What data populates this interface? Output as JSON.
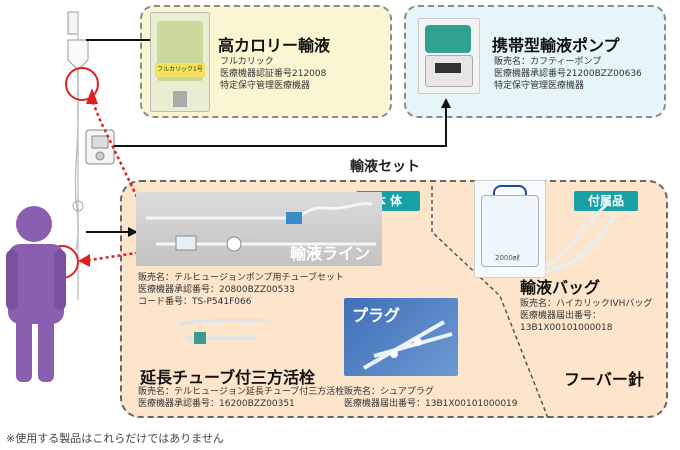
{
  "tpn": {
    "title": "高カロリー輸液",
    "product": "フルカリック",
    "approval": "医療機器認証番号212008",
    "category": "特定保守管理医療機器",
    "bag_label": "フルカリック1号"
  },
  "pump": {
    "title": "携帯型輸液ポンプ",
    "product": "販売名：カフティーポンプ",
    "approval": "医療機器承認番号21200BZZ00636",
    "category": "特定保守管理医療機器"
  },
  "infusion_set_label": "輸液セット",
  "main_tag": "本 体",
  "accessory_tag": "付属品",
  "line": {
    "title": "輸液ライン",
    "product": "販売名：テルヒュージョンポンプ用チューブセット",
    "approval": "医療機器承認番号：20800BZZ00533",
    "code": "コード番号：TS-P541F066"
  },
  "extension": {
    "title": "延長チューブ付三方活栓",
    "product": "販売名：テルヒュージョン延長チューブ付三方活栓",
    "approval": "医療機器承認番号：16200BZZ00351"
  },
  "plug": {
    "title": "プラグ",
    "product": "販売名：シュアプラグ",
    "approval": "医療機器届出番号：13B1X00101000019"
  },
  "bag": {
    "title": "輸液バッグ",
    "product": "販売名：ハイカリックIVHバッグ",
    "approval": "医療機器届出番号：",
    "number": "13B1X00101000018",
    "volume_label": "2000㎖"
  },
  "needle": {
    "title": "フーバー針"
  },
  "footnote": "※使用する製品はこれらだけではありません",
  "colors": {
    "tag": "#1aa0a7",
    "pointer": "#e02020",
    "patient": "#8a5fb0",
    "set_bg": "#fde5cc"
  }
}
